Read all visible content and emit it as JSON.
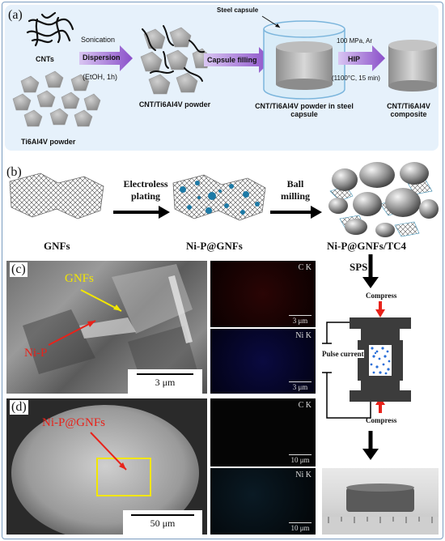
{
  "panel_a": {
    "letter": "(a)",
    "cnts_label": "CNTs",
    "ti_powder_label": "Ti6Al4V powder",
    "sonication_label": "Sonication",
    "dispersion_label": "Dispersion",
    "etoh_label": "(EtOH, 1h)",
    "mixed_powder_label": "CNT/Ti6Al4V powder",
    "capsule_filling_label": "Capsule filling",
    "steel_capsule_label": "Steel capsule",
    "capsule_powder_label": "CNT/Ti6Al4V powder in steel capsule",
    "hip_top_label": "100 MPa, Ar",
    "hip_label": "HIP",
    "hip_bottom_label": "(1100°C, 15 min)",
    "composite_label": "CNT/Ti6Al4V composite"
  },
  "panel_b": {
    "letter": "(b)",
    "step1_label": "Electroless plating",
    "step2_label": "Ball milling",
    "gnfs_label": "GNFs",
    "nip_label": "Ni-P@GNFs",
    "final_label": "Ni-P@GNFs/TC4"
  },
  "panel_c": {
    "letter": "(c)",
    "gnfs_annot": "GNFs",
    "nip_annot": "Ni-P",
    "scale_main": "3 μm",
    "map1_title": "C K",
    "map1_scale": "3 μm",
    "map2_title": "Ni K",
    "map2_scale": "3 μm"
  },
  "panel_d": {
    "letter": "(d)",
    "annot": "Ni-P@GNFs",
    "scale_main": "50 μm",
    "map1_title": "C K",
    "map1_scale": "10 μm",
    "map2_title": "Ni K",
    "map2_scale": "10 μm"
  },
  "sps": {
    "label": "SPS",
    "compress_top": "Compress",
    "compress_bottom": "Compress",
    "pulse_label": "Pulse current"
  },
  "colors": {
    "panel_a_bg": "#e6f1fb",
    "arrow_purple": "#8a4fc9",
    "annot_yellow": "#f2e600",
    "annot_red": "#e8221a",
    "die_gray": "#3c3c3c",
    "particle_blue": "#2a6fd8"
  }
}
